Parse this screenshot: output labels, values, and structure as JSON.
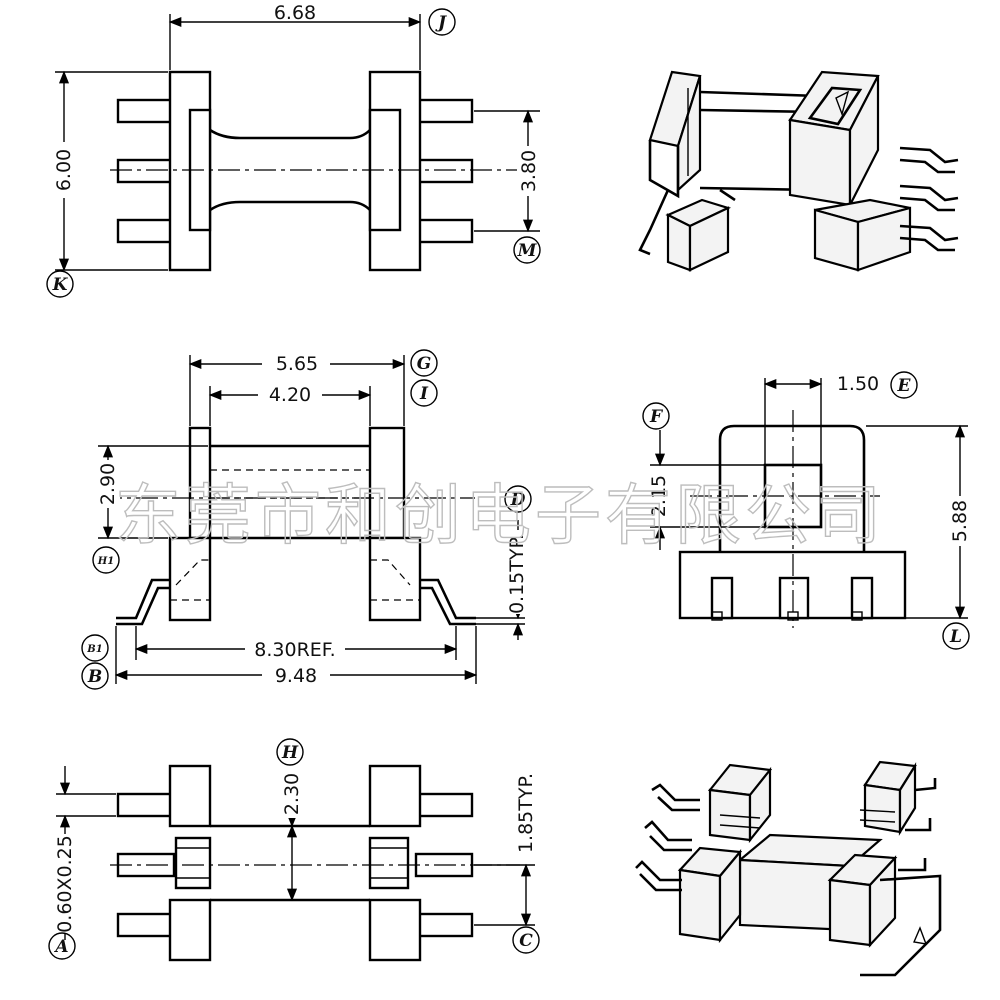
{
  "watermark": "东莞市和创电子有限公司",
  "views": {
    "top": {
      "dims": {
        "width": "6.68",
        "height": "6.00",
        "pitch": "3.80"
      },
      "labels": {
        "J": "J",
        "K": "K",
        "M": "M"
      }
    },
    "front": {
      "dims": {
        "outer": "5.65",
        "inner": "4.20",
        "core": "2.90",
        "lead_t": "0.15TYP.",
        "ref": "8.30REF.",
        "total": "9.48"
      },
      "labels": {
        "G": "G",
        "I": "I",
        "D": "D",
        "H1": "H1",
        "B1": "B1",
        "B": "B"
      }
    },
    "side": {
      "dims": {
        "window": "1.50",
        "core": "2.15",
        "height": "5.88"
      },
      "labels": {
        "E": "E",
        "F": "F",
        "L": "L"
      }
    },
    "bottom": {
      "dims": {
        "pin": "0.60X0.25",
        "core": "2.30",
        "pitch": "1.85TYP."
      },
      "labels": {
        "H": "H",
        "A": "A",
        "C": "C"
      }
    }
  }
}
